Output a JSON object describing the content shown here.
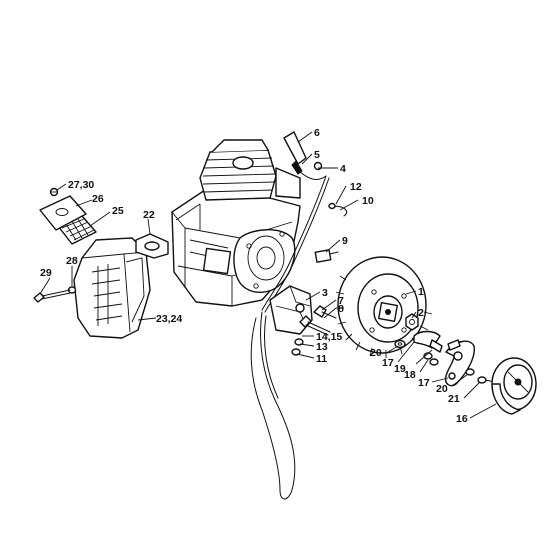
{
  "callouts": {
    "p1": "1",
    "p2": "2",
    "p3": "3",
    "p4": "4",
    "p5": "5",
    "p6": "6",
    "p7": "7",
    "p8": "8",
    "p9": "9",
    "p10": "10",
    "p11": "11",
    "p12": "12",
    "p13": "13",
    "p14_15": "14,15",
    "p16": "16",
    "p17a": "17",
    "p17b": "17",
    "p18": "18",
    "p19": "19",
    "p20a": "20",
    "p20b": "20",
    "p21": "21",
    "p22": "22",
    "p23_24": "23,24",
    "p25": "25",
    "p26": "26",
    "p27_30": "27,30",
    "p28": "28",
    "p29": "29"
  },
  "colors": {
    "line": "#111111",
    "background": "#ffffff"
  }
}
